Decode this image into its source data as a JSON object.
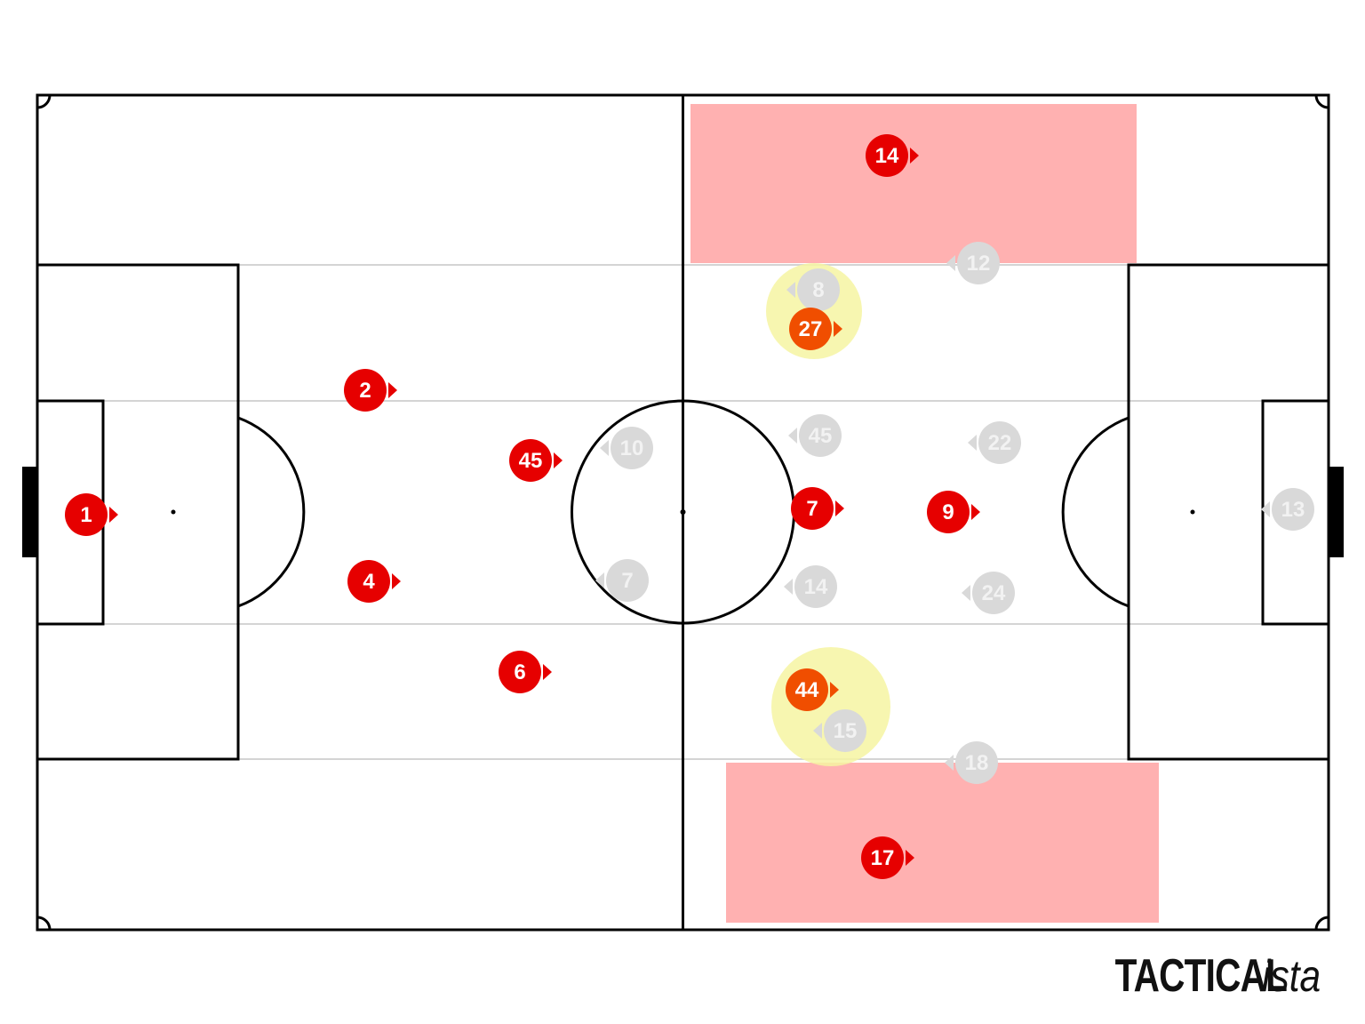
{
  "brand": {
    "main": "TACTICAL",
    "suffix": "ista"
  },
  "colors": {
    "home": "#e60000",
    "home_highlight": "#f04e00",
    "away": "#d9d9d9",
    "away_text": "#f2f2f2",
    "zone": "#ffb1b1",
    "highlight": "#f6f5a2",
    "line": "#000000",
    "lane_line": "#d4d4d4"
  },
  "home_players": [
    {
      "number": "1",
      "id": "home-1",
      "highlight": false
    },
    {
      "number": "2",
      "id": "home-2",
      "highlight": false
    },
    {
      "number": "4",
      "id": "home-4",
      "highlight": false
    },
    {
      "number": "45",
      "id": "home-45",
      "highlight": false
    },
    {
      "number": "6",
      "id": "home-6",
      "highlight": false
    },
    {
      "number": "27",
      "id": "home-27",
      "highlight": true
    },
    {
      "number": "44",
      "id": "home-44",
      "highlight": true
    },
    {
      "number": "7",
      "id": "home-7",
      "highlight": false
    },
    {
      "number": "9",
      "id": "home-9",
      "highlight": false
    },
    {
      "number": "14",
      "id": "home-14",
      "highlight": false
    },
    {
      "number": "17",
      "id": "home-17",
      "highlight": false
    }
  ],
  "away_players": [
    {
      "number": "10",
      "id": "away-10"
    },
    {
      "number": "7",
      "id": "away-7"
    },
    {
      "number": "8",
      "id": "away-8"
    },
    {
      "number": "45",
      "id": "away-45"
    },
    {
      "number": "14",
      "id": "away-14"
    },
    {
      "number": "15",
      "id": "away-15"
    },
    {
      "number": "12",
      "id": "away-12"
    },
    {
      "number": "22",
      "id": "away-22"
    },
    {
      "number": "24",
      "id": "away-24"
    },
    {
      "number": "18",
      "id": "away-18"
    },
    {
      "number": "13",
      "id": "away-13"
    }
  ]
}
